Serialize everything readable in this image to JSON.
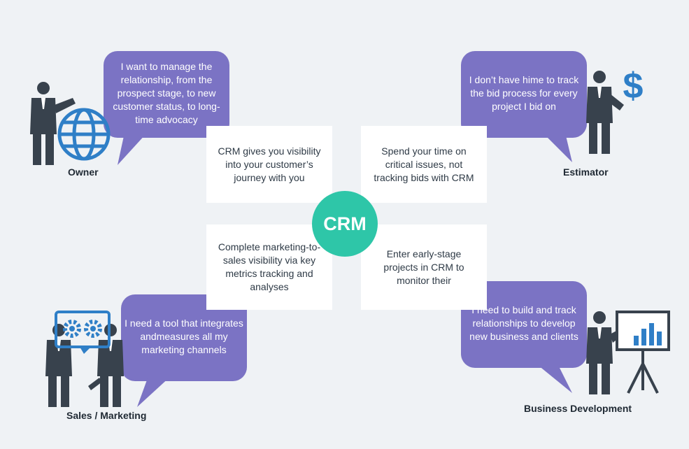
{
  "colors": {
    "background": "#eff2f5",
    "bubble": "#7b73c4",
    "accent_blue": "#2f7fc7",
    "person": "#38424d",
    "crm_circle": "#2ec6a8"
  },
  "center": {
    "label": "CRM"
  },
  "roles": {
    "owner": {
      "name": "Owner",
      "quote": "I want to manage the relationship, from the prospect stage, to new customer status, to long-time advocacy",
      "benefit": "CRM gives you visibility into your customer’s journey with you",
      "icon": "globe-icon"
    },
    "estimator": {
      "name": "Estimator",
      "quote": "I don’t have hime to track the bid process for every project I bid on",
      "benefit": "Spend your time on critical issues, not tracking bids with CRM",
      "icon": "dollar-icon"
    },
    "sales": {
      "name": "Sales / Marketing",
      "quote": "I need a tool that integrates andmeasures all my marketing channels",
      "benefit": "Complete marketing-to-sales visibility via key metrics tracking and analyses",
      "icon": "gears-chat-icon"
    },
    "bizdev": {
      "name": "Business Development",
      "quote": "I need to build and track relationships to develop new business and clients",
      "benefit": "Enter early-stage projects in CRM to monitor their",
      "icon": "presentation-board-icon"
    }
  }
}
